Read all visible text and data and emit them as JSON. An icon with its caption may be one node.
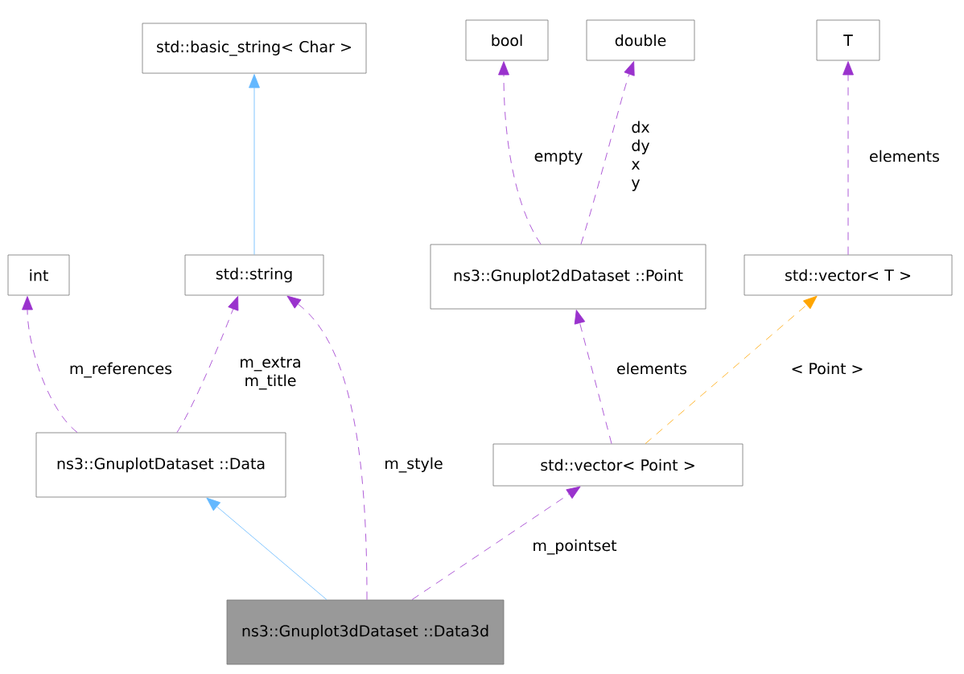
{
  "diagram": {
    "nodes": [
      {
        "text": [
          "std::basic_string< Char >"
        ]
      },
      {
        "text": [
          "bool"
        ]
      },
      {
        "text": [
          "double"
        ]
      },
      {
        "text": [
          "T"
        ]
      },
      {
        "text": [
          "int"
        ]
      },
      {
        "text": [
          "std::string"
        ]
      },
      {
        "text": [
          "ns3::Gnuplot2dDataset ::Point"
        ]
      },
      {
        "text": [
          "std::vector< T >"
        ]
      },
      {
        "text": [
          "ns3::GnuplotDataset ::Data"
        ]
      },
      {
        "text": [
          "std::vector< Point >"
        ]
      },
      {
        "text": [
          "ns3::Gnuplot3dDataset ::Data3d"
        ]
      }
    ],
    "edges": [
      {
        "from": 5,
        "to": 0,
        "arrow": "to",
        "color": "#63b8ff"
      },
      {
        "from": 8,
        "to": 4,
        "arrow": "to",
        "label": "m_references",
        "style": "dashed"
      },
      {
        "from": 8,
        "to": 5,
        "arrow": "to",
        "label": "m_extra m_title",
        "style": "dashed"
      },
      {
        "from": 10,
        "to": 5,
        "arrow": "to",
        "label": "m_style",
        "style": "dashed"
      },
      {
        "from": 10,
        "to": 8,
        "arrow": "to",
        "color": "#63b8ff"
      },
      {
        "from": 10,
        "to": 9,
        "arrow": "to",
        "label": "m_pointset",
        "style": "dashed"
      },
      {
        "from": 6,
        "to": 1,
        "arrow": "to",
        "label": "empty",
        "style": "dashed"
      },
      {
        "from": 6,
        "to": 2,
        "arrow": "to",
        "label": "dx dy x y",
        "style": "dashed"
      },
      {
        "from": 9,
        "to": 6,
        "arrow": "to",
        "label": "elements",
        "style": "dashed"
      },
      {
        "from": 9,
        "to": 7,
        "arrow": "to",
        "label": "< Point >",
        "style": "dashed",
        "color": "#ffa500"
      },
      {
        "from": 7,
        "to": 3,
        "arrow": "to",
        "label": "elements",
        "style": "dashed"
      }
    ]
  }
}
